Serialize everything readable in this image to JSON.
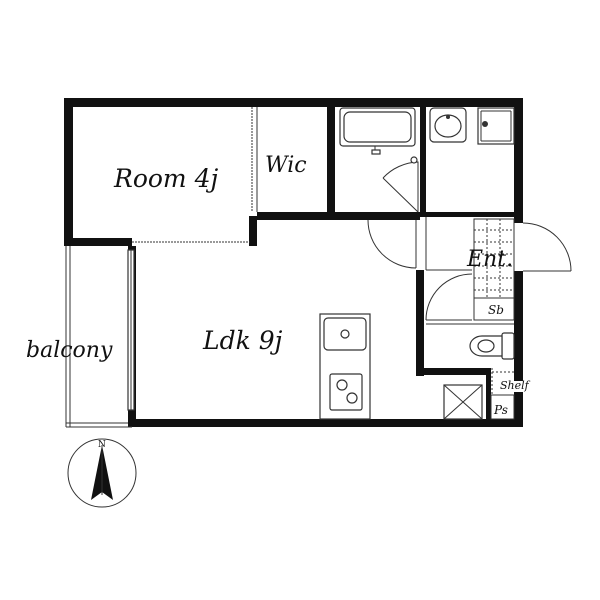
{
  "rooms": {
    "room": "Room 4j",
    "wic": "Wic",
    "ldk": "Ldk 9j",
    "entrance": "Ent.",
    "balcony": "balcony",
    "shoe_box": "Sb",
    "shelf": "Shelf",
    "pipe_space": "Ps"
  },
  "compass": {
    "north": "N"
  },
  "colors": {
    "wall": "#111111",
    "line": "#333333",
    "background": "#ffffff"
  }
}
